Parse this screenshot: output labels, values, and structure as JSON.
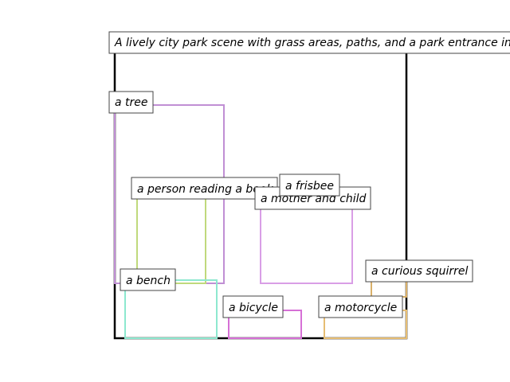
{
  "scene": {
    "caption": "A lively city park scene with grass areas, paths, and a park entrance in",
    "frame_color": "#000000"
  },
  "objects": [
    {
      "label": "a tree",
      "color": "#c08fd4"
    },
    {
      "label": "a person reading a book",
      "color": "#c0d97c"
    },
    {
      "label": "a frisbee",
      "color": "#e8f0c8"
    },
    {
      "label": "a mother and child",
      "color": "#d99ee6"
    },
    {
      "label": "a bench",
      "color": "#8de8cf"
    },
    {
      "label": "a curious squirrel",
      "color": "#d9b06a"
    },
    {
      "label": "a bicycle",
      "color": "#d670d6"
    },
    {
      "label": "a motorcycle",
      "color": "#e6bd73"
    }
  ]
}
